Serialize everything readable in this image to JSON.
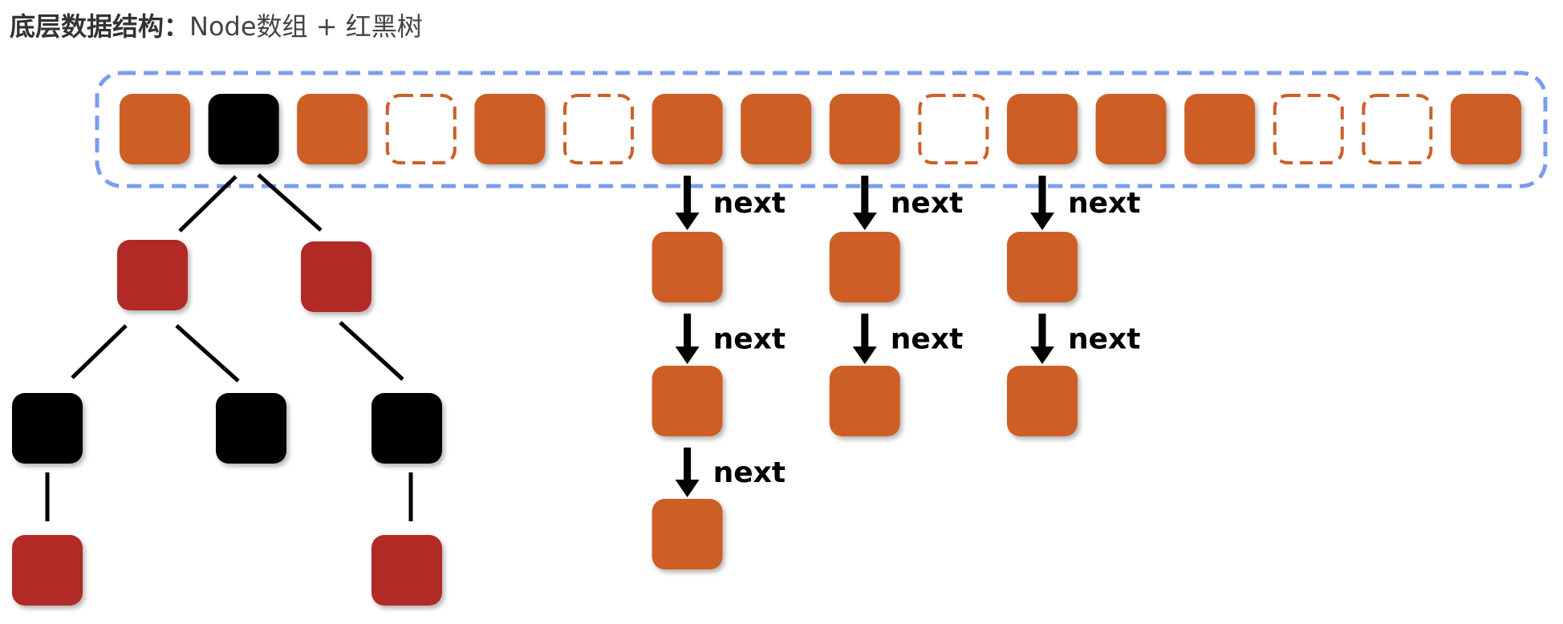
{
  "heading": {
    "bold_part": "底层数据结构：",
    "normal_part": "Node数组 + 红黑树"
  },
  "colors": {
    "array_border": "#7b9cf0",
    "filled_slot": "#cd5f28",
    "black_node": "#000000",
    "red_node": "#b22a26",
    "arrow": "#000000",
    "edge": "#000000"
  },
  "array": {
    "slots": [
      "filled",
      "black",
      "filled",
      "empty",
      "filled",
      "empty",
      "filled",
      "filled",
      "filled",
      "empty",
      "filled",
      "filled",
      "filled",
      "empty",
      "empty",
      "filled"
    ]
  },
  "tree": {
    "root_slot": 1,
    "nodes": [
      {
        "id": "t1",
        "color": "red"
      },
      {
        "id": "t2",
        "color": "red"
      },
      {
        "id": "t3",
        "color": "black"
      },
      {
        "id": "t4",
        "color": "black"
      },
      {
        "id": "t5",
        "color": "black"
      },
      {
        "id": "t6",
        "color": "red"
      },
      {
        "id": "t7",
        "color": "red"
      }
    ],
    "edges": [
      [
        "root",
        "t1"
      ],
      [
        "root",
        "t2"
      ],
      [
        "t1",
        "t3"
      ],
      [
        "t1",
        "t4"
      ],
      [
        "t2",
        "t5"
      ],
      [
        "t3",
        "t6"
      ],
      [
        "t5",
        "t7"
      ]
    ]
  },
  "chains": [
    {
      "slot": 6,
      "length": 3
    },
    {
      "slot": 8,
      "length": 2
    },
    {
      "slot": 10,
      "length": 2
    }
  ],
  "arrow_label": "next"
}
